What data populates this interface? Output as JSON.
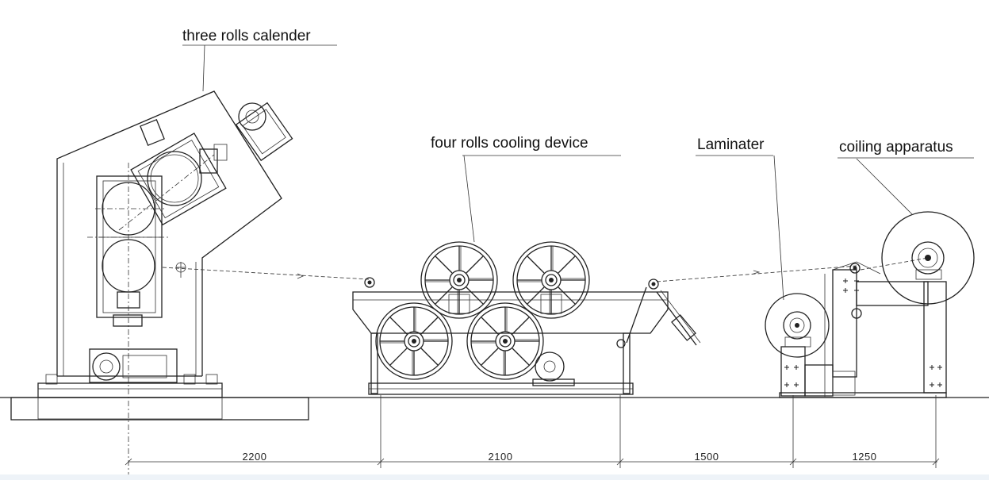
{
  "labels": {
    "calender": "three rolls calender",
    "cooling": "four rolls cooling device",
    "laminater": "Laminater",
    "coiling": "coiling apparatus"
  },
  "dimensions": {
    "d1": "2200",
    "d2": "2100",
    "d3": "1500",
    "d4": "1250"
  }
}
